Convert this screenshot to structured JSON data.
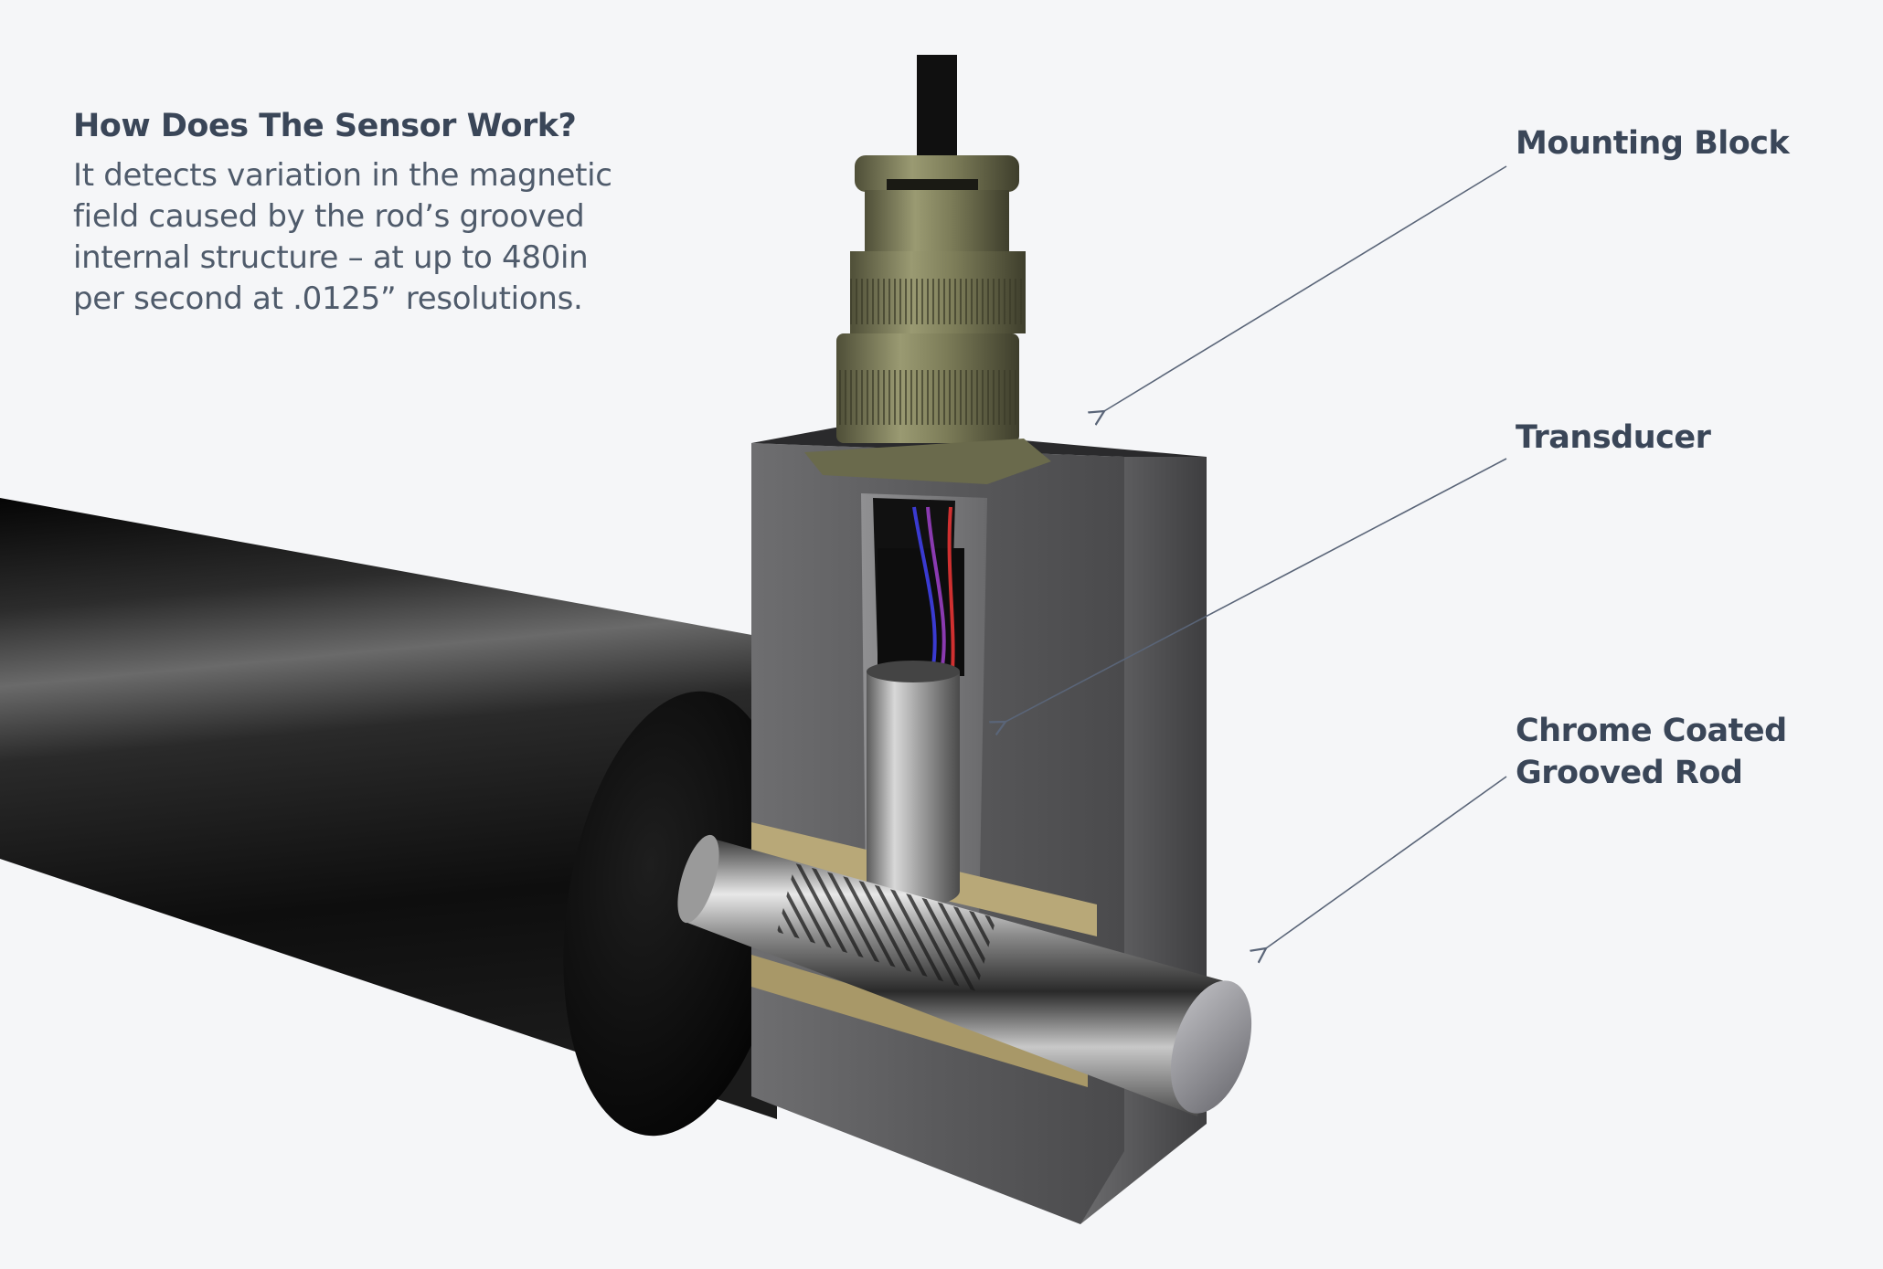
{
  "intro": {
    "heading": "How Does The Sensor Work?",
    "body": "It detects variation in the magnetic\nfield caused by the rod’s grooved\ninternal structure – at up to 480in\nper second at .0125” resolutions."
  },
  "callouts": {
    "mounting_block": "Mounting Block",
    "transducer": "Transducer",
    "rod": "Chrome Coated\nGrooved Rod"
  },
  "colors": {
    "background": "#f5f6f8",
    "heading_text": "#3a4658",
    "body_text": "#4f5b6b",
    "leader_line": "#5a6578",
    "connector_olive": "#7a7a55",
    "block_steel": "#5d5d5f",
    "cylinder_black": "#151515",
    "brass_shim": "#b8a878"
  }
}
